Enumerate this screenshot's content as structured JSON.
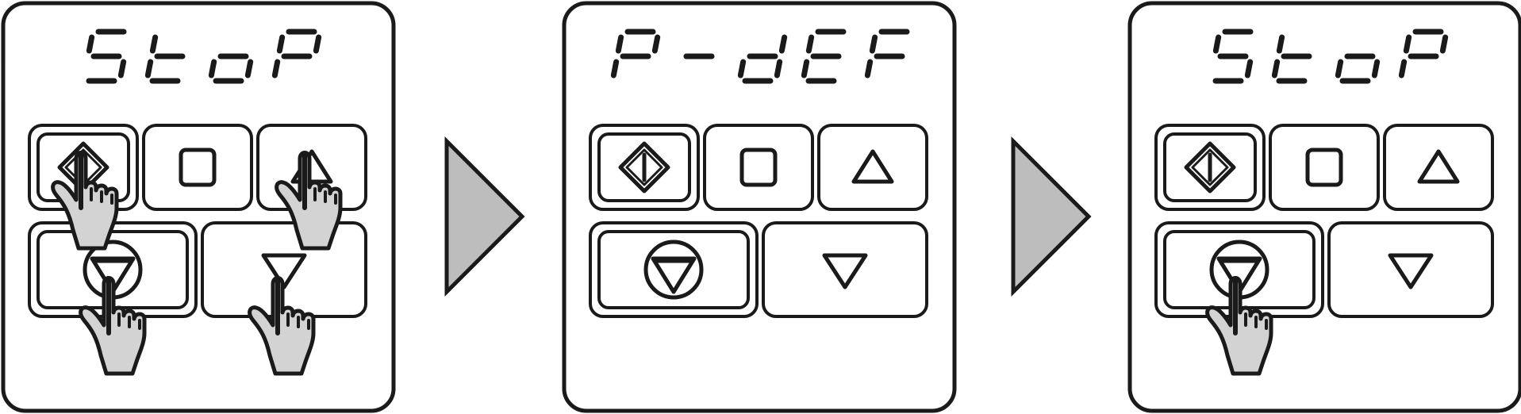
{
  "panels": [
    {
      "display": "StoP",
      "hands": [
        "start",
        "up",
        "reverse",
        "down"
      ]
    },
    {
      "display": "P-dEF",
      "hands": []
    },
    {
      "display": "StoP",
      "hands": [
        "reverse"
      ]
    }
  ],
  "colors": {
    "outline": "#1a1a1a",
    "panel_fill": "#ffffff",
    "arrow_fill": "#bdbdbd",
    "hand_fill": "#d3d3d3"
  },
  "icons": {
    "start": "start-diamond-icon",
    "stop": "stop-square-icon",
    "up": "up-triangle-icon",
    "reverse": "reverse-circle-icon",
    "down": "down-triangle-icon",
    "arrow": "next-step-arrow",
    "hand": "pointing-hand-icon"
  }
}
